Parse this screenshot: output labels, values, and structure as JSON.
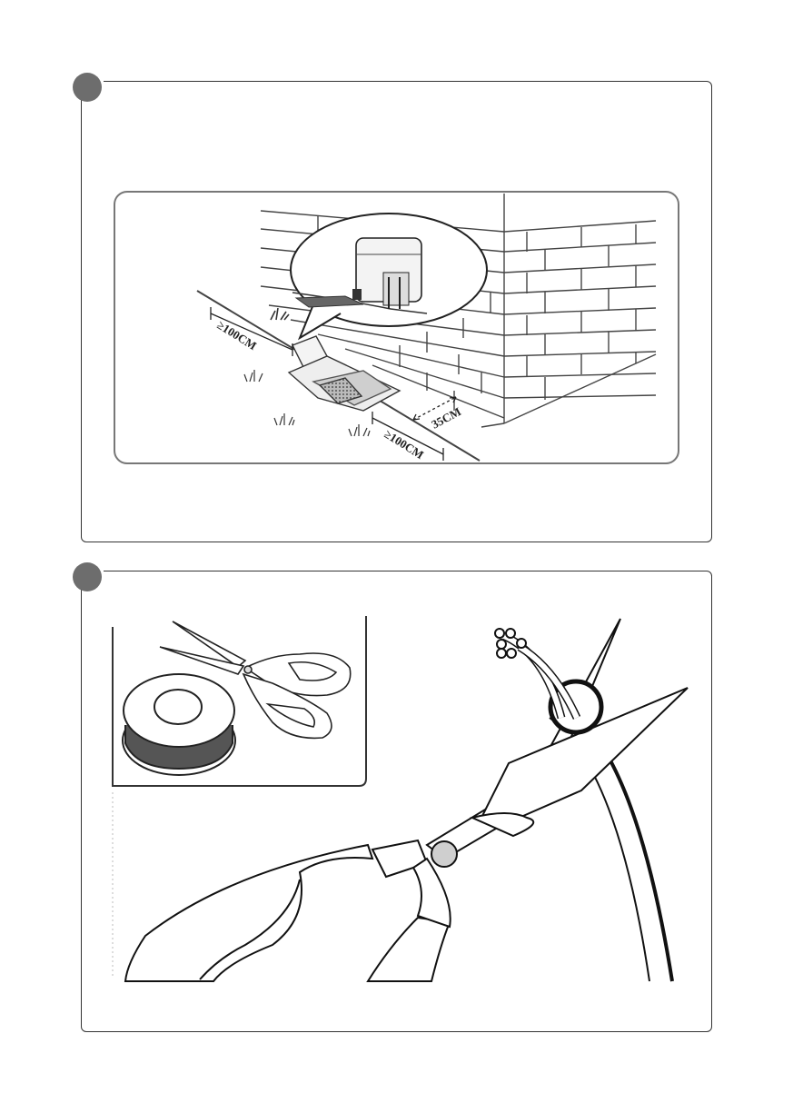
{
  "figure1": {
    "dimension_labels": {
      "left_clearance": "≥100CM",
      "front_clearance": "≥100CM",
      "wall_distance": "35CM"
    }
  },
  "figure2": {
    "tools": [
      "scissors-icon",
      "tape-roll-icon"
    ],
    "colors": {
      "tape_core": "#555555",
      "pivot": "#cfcfcf",
      "step_marker": "#6d6d6d"
    }
  }
}
